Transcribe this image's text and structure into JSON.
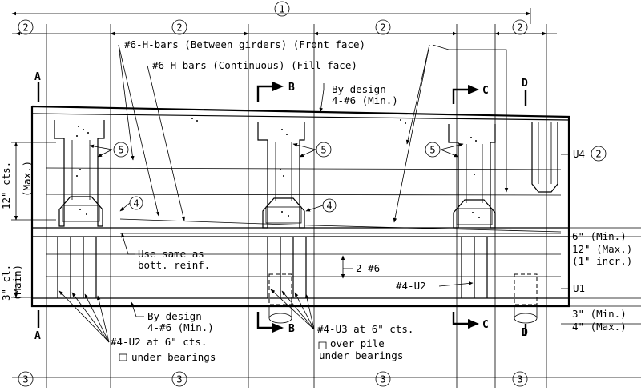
{
  "bubbles": {
    "one": "1",
    "two": "2",
    "three": "3",
    "four": "4",
    "five": "5"
  },
  "sections": {
    "a": "A",
    "b": "B",
    "c": "C",
    "d": "D"
  },
  "labels": {
    "h_bars_between": "#6-H-bars (Between girders) (Front face)",
    "h_bars_continuous": "#6-H-bars (Continuous) (Fill face)",
    "by_design_top_1": "By design",
    "by_design_top_2": "4-#6 (Min.)",
    "u4": "U4",
    "cts_max_1": "12\" cts.",
    "cts_max_2": "(Max.)",
    "main_1": "3\" cl.",
    "main_2": "(Main)",
    "use_same_1": "Use same as",
    "use_same_2": "bott. reinf.",
    "two_6": "2-#6",
    "four_u2_right": "#4-U2",
    "u1": "U1",
    "min_6": "6\" (Min.)",
    "max_12": "12\" (Max.)",
    "incr_1": "(1\" incr.)",
    "min_3": "3\" (Min.)",
    "max_4": "4\" (Max.)",
    "by_design_bot_1": "By design",
    "by_design_bot_2": "4-#6 (Min.)",
    "u2_bot_1": "#4-U2 at 6\" cts.",
    "u2_bot_2": "under bearings",
    "u3_bot_1": "#4-U3 at 6\" cts.",
    "u3_bot_2": "over pile",
    "u3_bot_3": "under bearings"
  }
}
